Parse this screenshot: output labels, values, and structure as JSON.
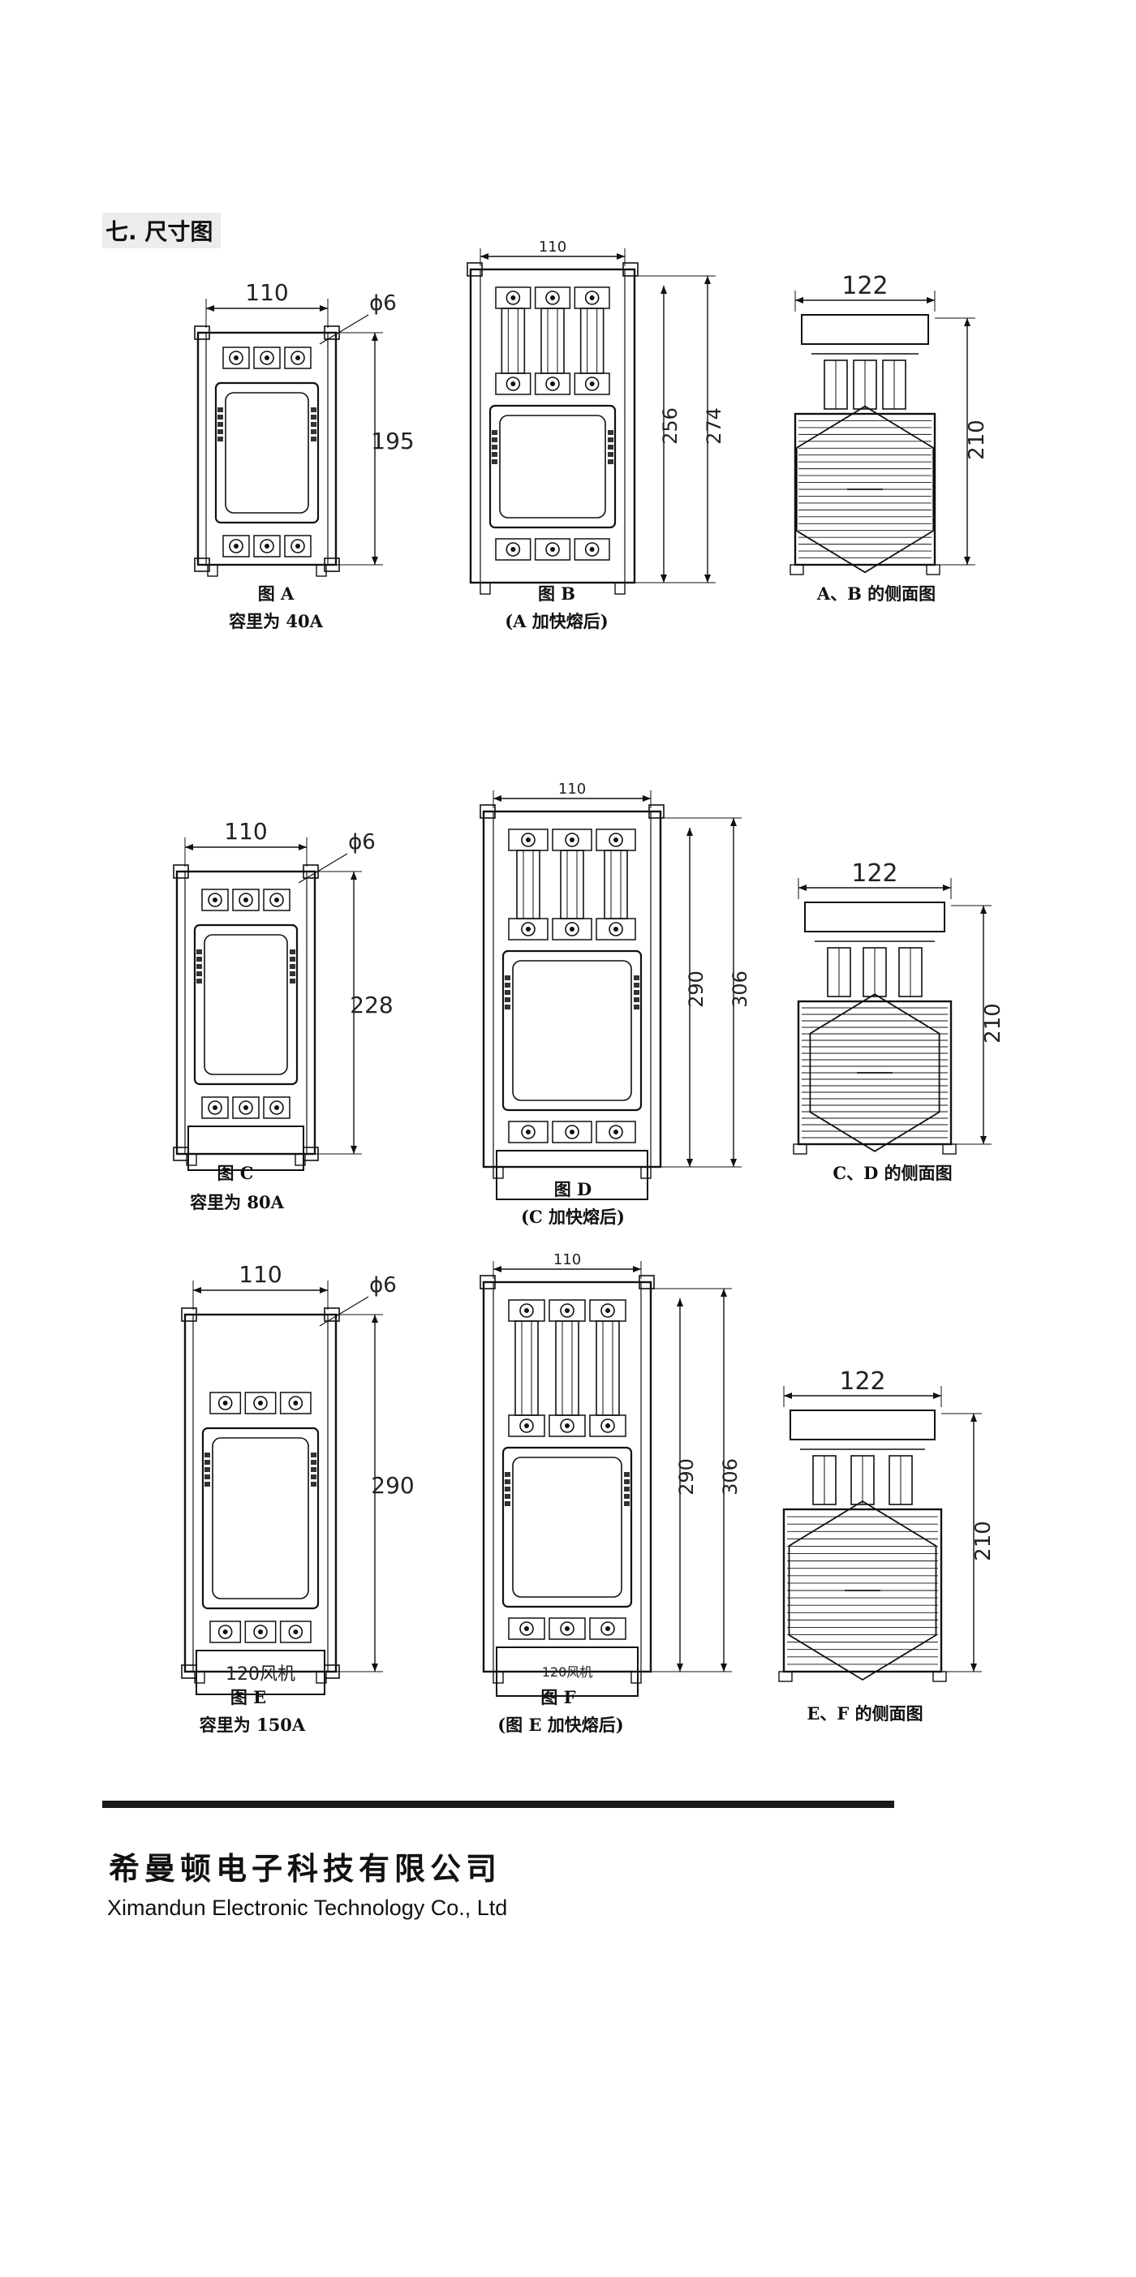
{
  "section": {
    "title": "七. 尺寸图"
  },
  "figures": {
    "A": {
      "caption": "图 A",
      "subcaption": "容里为 40A",
      "width_dim": "110",
      "hole_dim": "ϕ6",
      "height_dim": "195"
    },
    "B": {
      "caption": "图 B",
      "subcaption": "(A 加快熔后)",
      "width_dim": "110",
      "height_dim_1": "256",
      "height_dim_2": "274"
    },
    "AB_side": {
      "caption": "A、B 的侧面图",
      "width_dim": "122",
      "height_dim": "210"
    },
    "C": {
      "caption": "图 C",
      "subcaption": "容里为 80A",
      "width_dim": "110",
      "hole_dim": "ϕ6",
      "height_dim": "228"
    },
    "D": {
      "caption": "图 D",
      "subcaption": "(C 加快熔后)",
      "width_dim": "110",
      "height_dim_1": "290",
      "height_dim_2": "306"
    },
    "CD_side": {
      "caption": "C、D 的侧面图",
      "width_dim": "122",
      "height_dim": "210"
    },
    "E": {
      "caption": "图 E",
      "subcaption": "容里为 150A",
      "width_dim": "110",
      "hole_dim": "ϕ6",
      "height_dim": "290",
      "fan_label": "120风机"
    },
    "F": {
      "caption": "图 F",
      "subcaption": "(图 E 加快熔后)",
      "width_dim": "110",
      "height_dim_1": "290",
      "height_dim_2": "306",
      "fan_label": "120风机"
    },
    "EF_side": {
      "caption": "E、F 的侧面图",
      "width_dim": "122",
      "height_dim": "210"
    }
  },
  "footer": {
    "company_cn": "希曼顿电子科技有限公司",
    "company_en": "Ximandun Electronic Technology Co., Ltd"
  }
}
